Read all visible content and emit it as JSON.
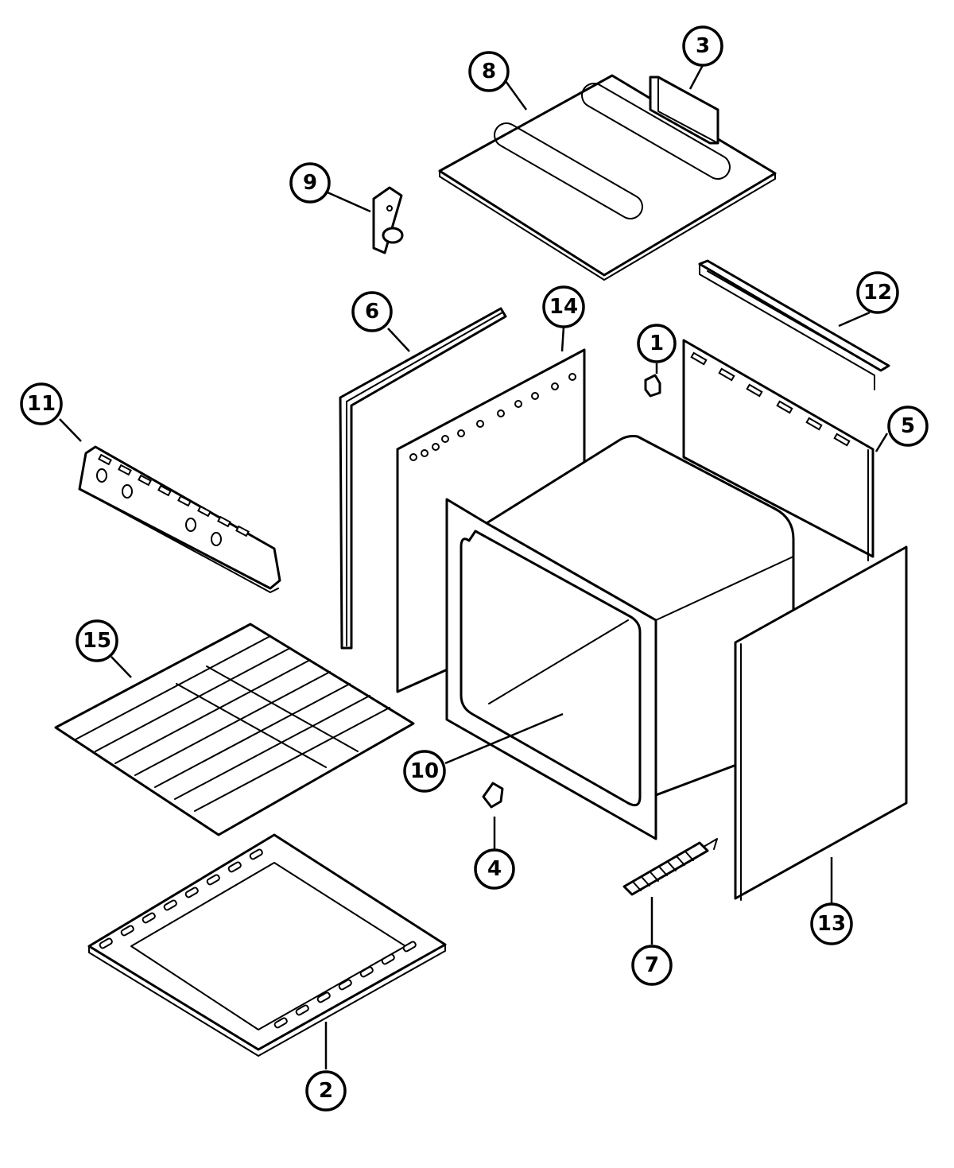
{
  "callouts": [
    {
      "id": "1",
      "label": "1",
      "part": "small clip"
    },
    {
      "id": "2",
      "label": "2",
      "part": "oven bottom"
    },
    {
      "id": "3",
      "label": "3",
      "part": "top bracket"
    },
    {
      "id": "4",
      "label": "4",
      "part": "clip"
    },
    {
      "id": "5",
      "label": "5",
      "part": "rear panel"
    },
    {
      "id": "6",
      "label": "6",
      "part": "front trim"
    },
    {
      "id": "7",
      "label": "7",
      "part": "spring"
    },
    {
      "id": "8",
      "label": "8",
      "part": "top panel"
    },
    {
      "id": "9",
      "label": "9",
      "part": "bracket with knob"
    },
    {
      "id": "10",
      "label": "10",
      "part": "oven liner"
    },
    {
      "id": "11",
      "label": "11",
      "part": "front frame rail"
    },
    {
      "id": "12",
      "label": "12",
      "part": "rear channel"
    },
    {
      "id": "13",
      "label": "13",
      "part": "side panel"
    },
    {
      "id": "14",
      "label": "14",
      "part": "side panel left"
    },
    {
      "id": "15",
      "label": "15",
      "part": "oven rack"
    }
  ],
  "colors": {
    "ink": "#000000",
    "paper": "#ffffff"
  }
}
